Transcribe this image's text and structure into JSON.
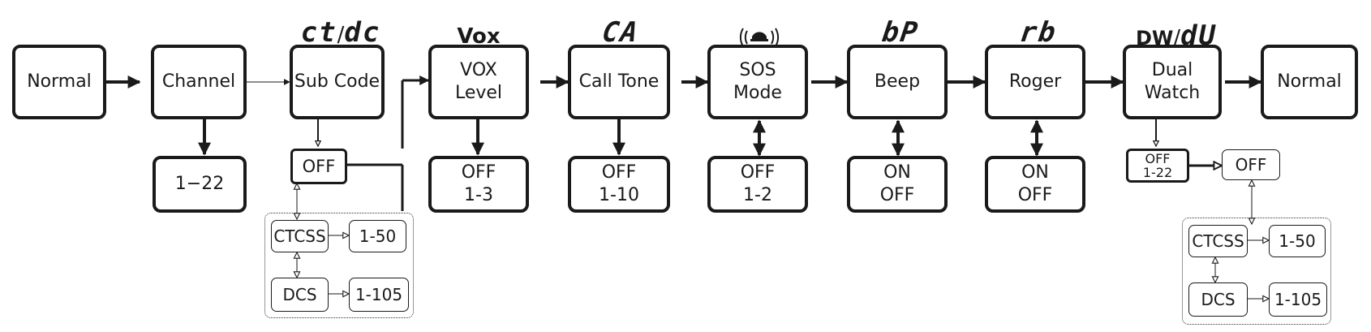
{
  "flow": {
    "normal_start": "Normal",
    "channel": "Channel",
    "sub_code": "Sub Code",
    "vox_level": [
      "VOX",
      "Level"
    ],
    "call_tone": "Call Tone",
    "sos_mode": [
      "SOS",
      "Mode"
    ],
    "beep": "Beep",
    "roger": "Roger",
    "dual_watch": [
      "Dual",
      "Watch"
    ],
    "normal_end": "Normal"
  },
  "codes": {
    "sub_code": [
      "ct",
      "/",
      "dc"
    ],
    "vox": "Vox",
    "call_tone": "CA",
    "beep": "bP",
    "roger": "rb",
    "dual_watch": [
      "DW",
      "/",
      "dU"
    ]
  },
  "options": {
    "channel": "1−22",
    "sub_code_off": "OFF",
    "vox": [
      "OFF",
      "1-3"
    ],
    "call_tone": [
      "OFF",
      "1-10"
    ],
    "sos": [
      "OFF",
      "1-2"
    ],
    "beep": [
      "ON",
      "OFF"
    ],
    "roger": [
      "ON",
      "OFF"
    ],
    "dual_watch_sel": [
      "OFF",
      "1-22"
    ],
    "dual_watch_off": "OFF"
  },
  "subcode_panel": {
    "ctcss": "CTCSS",
    "ctcss_range": "1-50",
    "dcs": "DCS",
    "dcs_range": "1-105"
  },
  "dual_watch_panel": {
    "ctcss": "CTCSS",
    "ctcss_range": "1-50",
    "dcs": "DCS",
    "dcs_range": "1-105"
  },
  "icons": {
    "sos": "alarm-bell-icon"
  }
}
